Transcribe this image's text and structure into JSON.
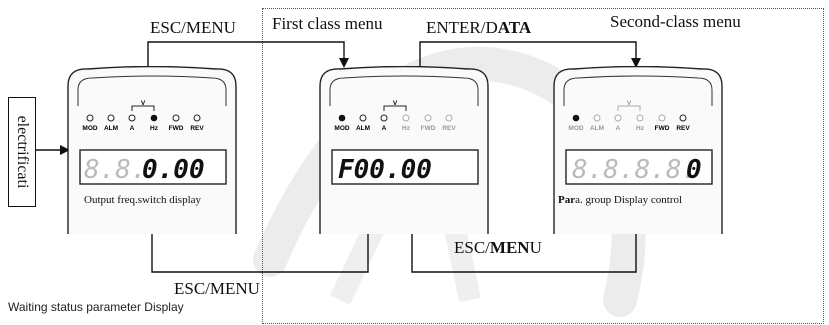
{
  "labels": {
    "top_left": "ESC/MENU",
    "first_class": "First class menu",
    "enter_data_a": "ENTER/D",
    "enter_data_b": "ATA",
    "second_class": "Second-class menu",
    "electrificati": "electrificati",
    "esc_bottom_left": "ESC/MENU",
    "esc_middle_a": "ESC/",
    "esc_middle_b": "MEN",
    "esc_middle_c": "U",
    "waiting": "Waiting status parameter Display"
  },
  "panels": [
    {
      "leds": [
        "MOD",
        "ALM",
        "A",
        "Hz",
        "FWD",
        "REV"
      ],
      "display": "8.8.0.0.0",
      "caption": "Output freq.switch display"
    },
    {
      "leds": [
        "MOD",
        "ALM",
        "A",
        "Hz",
        "FWD",
        "REV"
      ],
      "display": "F00.00",
      "caption": ""
    },
    {
      "leds": [
        "MOD",
        "ALM",
        "A",
        "Hz",
        "FWD",
        "REV"
      ],
      "display": "8.8.8.8.0",
      "caption_a": "Par",
      "caption_b": "a. group Display control"
    }
  ],
  "v_label": "V",
  "colors": {
    "line": "#1a1a1a",
    "panel_border": "#222222",
    "dotted": "#555555",
    "watermark": "#e8e8e8"
  }
}
